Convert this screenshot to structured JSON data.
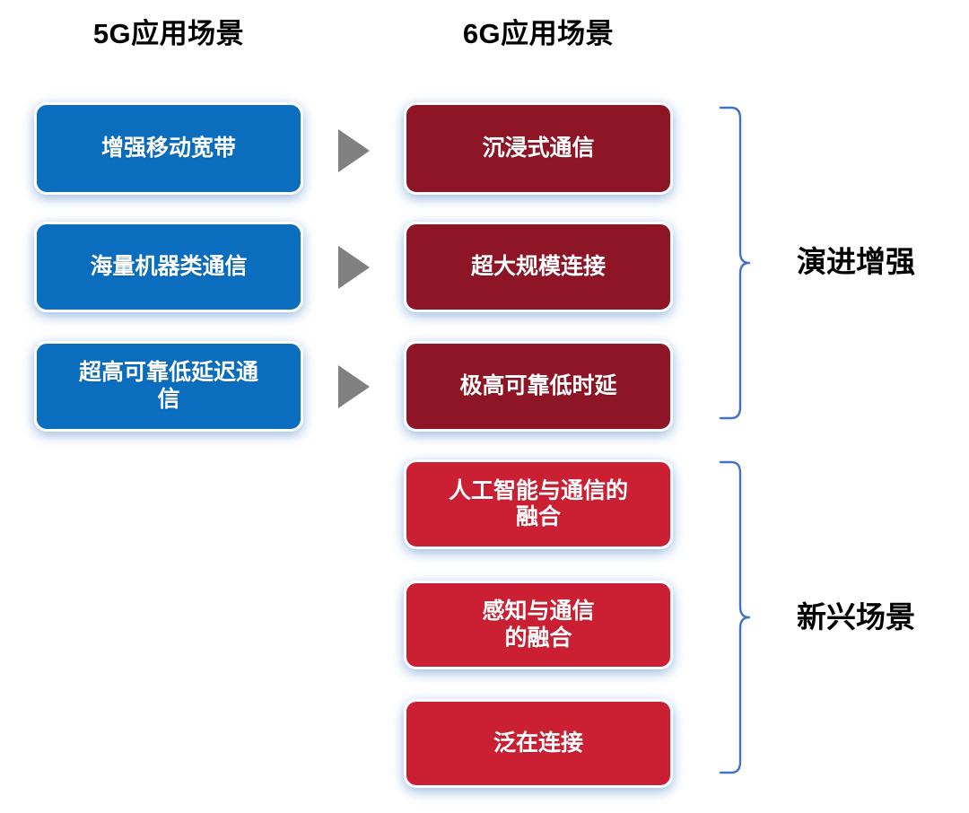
{
  "diagram": {
    "columns": {
      "fiveg_title": "5G应用场景",
      "sixg_title": "6G应用场景"
    },
    "colors": {
      "blue": "#0A6DBE",
      "dark_red": "#8E1526",
      "bright_red": "#CB2033",
      "arrow_gray": "#808080",
      "brace_blue": "#4472C4",
      "text_white": "#FFFFFF",
      "text_black": "#000000",
      "background": "#FFFFFF"
    },
    "fiveg_nodes": [
      {
        "id": "embb",
        "label": "增强移动宽带"
      },
      {
        "id": "mmtc",
        "label": "海量机器类通信"
      },
      {
        "id": "urllc",
        "label": "超高可靠低延迟通\n信"
      }
    ],
    "sixg_nodes": [
      {
        "id": "immersive",
        "label": "沉浸式通信",
        "group": "evolution"
      },
      {
        "id": "massive",
        "label": "超大规模连接",
        "group": "evolution"
      },
      {
        "id": "reliable",
        "label": "极高可靠低时延",
        "group": "evolution"
      },
      {
        "id": "ai",
        "label": "人工智能与通信的\n融合",
        "group": "emerging"
      },
      {
        "id": "sensing",
        "label": "感知与通信\n的融合",
        "group": "emerging"
      },
      {
        "id": "ubiquitous",
        "label": "泛在连接",
        "group": "emerging"
      }
    ],
    "arrows": [
      {
        "id": "arrow-1",
        "from": "embb",
        "to": "immersive"
      },
      {
        "id": "arrow-2",
        "from": "mmtc",
        "to": "massive"
      },
      {
        "id": "arrow-3",
        "from": "urllc",
        "to": "reliable"
      }
    ],
    "group_labels": {
      "evolution": "演进增强",
      "emerging": "新兴场景"
    }
  }
}
